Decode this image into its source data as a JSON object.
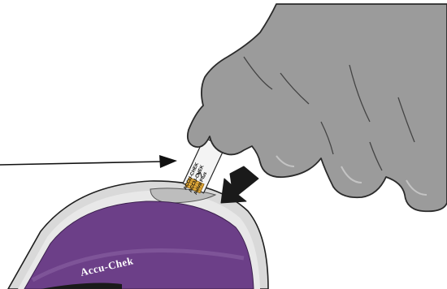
{
  "strip": {
    "lines": [
      "ACCU-CHEK",
      "ACCU-CHEK",
      "Aviva Plus"
    ]
  },
  "meter": {
    "brand": "Accu-Chek"
  },
  "colors": {
    "hand": "#9b9b9b",
    "hand_outline": "#2a2a2a",
    "meter_body": "#d8d8d8",
    "meter_panel": "#6b3d86",
    "strip_contact": "#e0a93a"
  },
  "icons": [
    "pointer-arrow",
    "insert-direction-arrow"
  ]
}
